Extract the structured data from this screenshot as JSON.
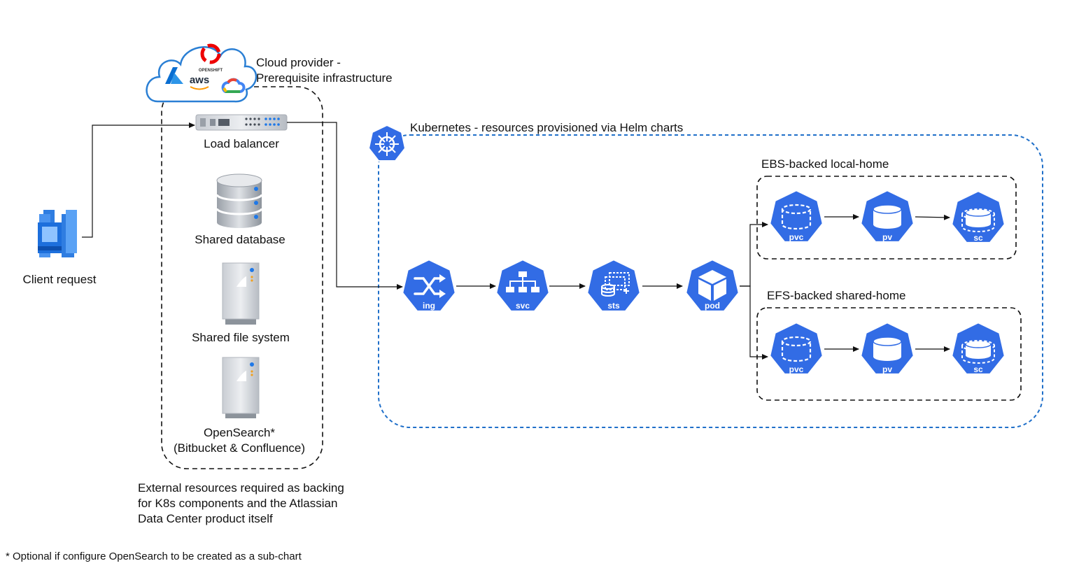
{
  "cloud": {
    "title_line1": "Cloud provider -",
    "title_line2": "Prerequisite infrastructure",
    "logo_text_aws": "aws",
    "logo_text_openshift": "OPENSHIFT"
  },
  "client": {
    "label": "Client request"
  },
  "external": {
    "load_balancer": "Load balancer",
    "shared_database": "Shared database",
    "shared_file_system": "Shared file system",
    "opensearch_line1": "OpenSearch*",
    "opensearch_line2": "(Bitbucket & Confluence)",
    "caption_line1": "External resources required as backing",
    "caption_line2": "for K8s components and the Atlassian",
    "caption_line3": "Data Center product itself"
  },
  "kubernetes": {
    "title": "Kubernetes - resources provisioned via Helm charts",
    "nodes": {
      "ing": "ing",
      "svc": "svc",
      "sts": "sts",
      "pod": "pod"
    },
    "ebs_group": {
      "title": "EBS-backed local-home",
      "pvc": "pvc",
      "pv": "pv",
      "sc": "sc"
    },
    "efs_group": {
      "title": "EFS-backed shared-home",
      "pvc": "pvc",
      "pv": "pv",
      "sc": "sc"
    }
  },
  "footnote": "* Optional if configure OpenSearch to be created as a sub-chart",
  "colors": {
    "k8s_blue": "#326ce5",
    "azure": "#0078d4",
    "openshift_red": "#e00",
    "cluster_border": "#1f6fc9"
  }
}
